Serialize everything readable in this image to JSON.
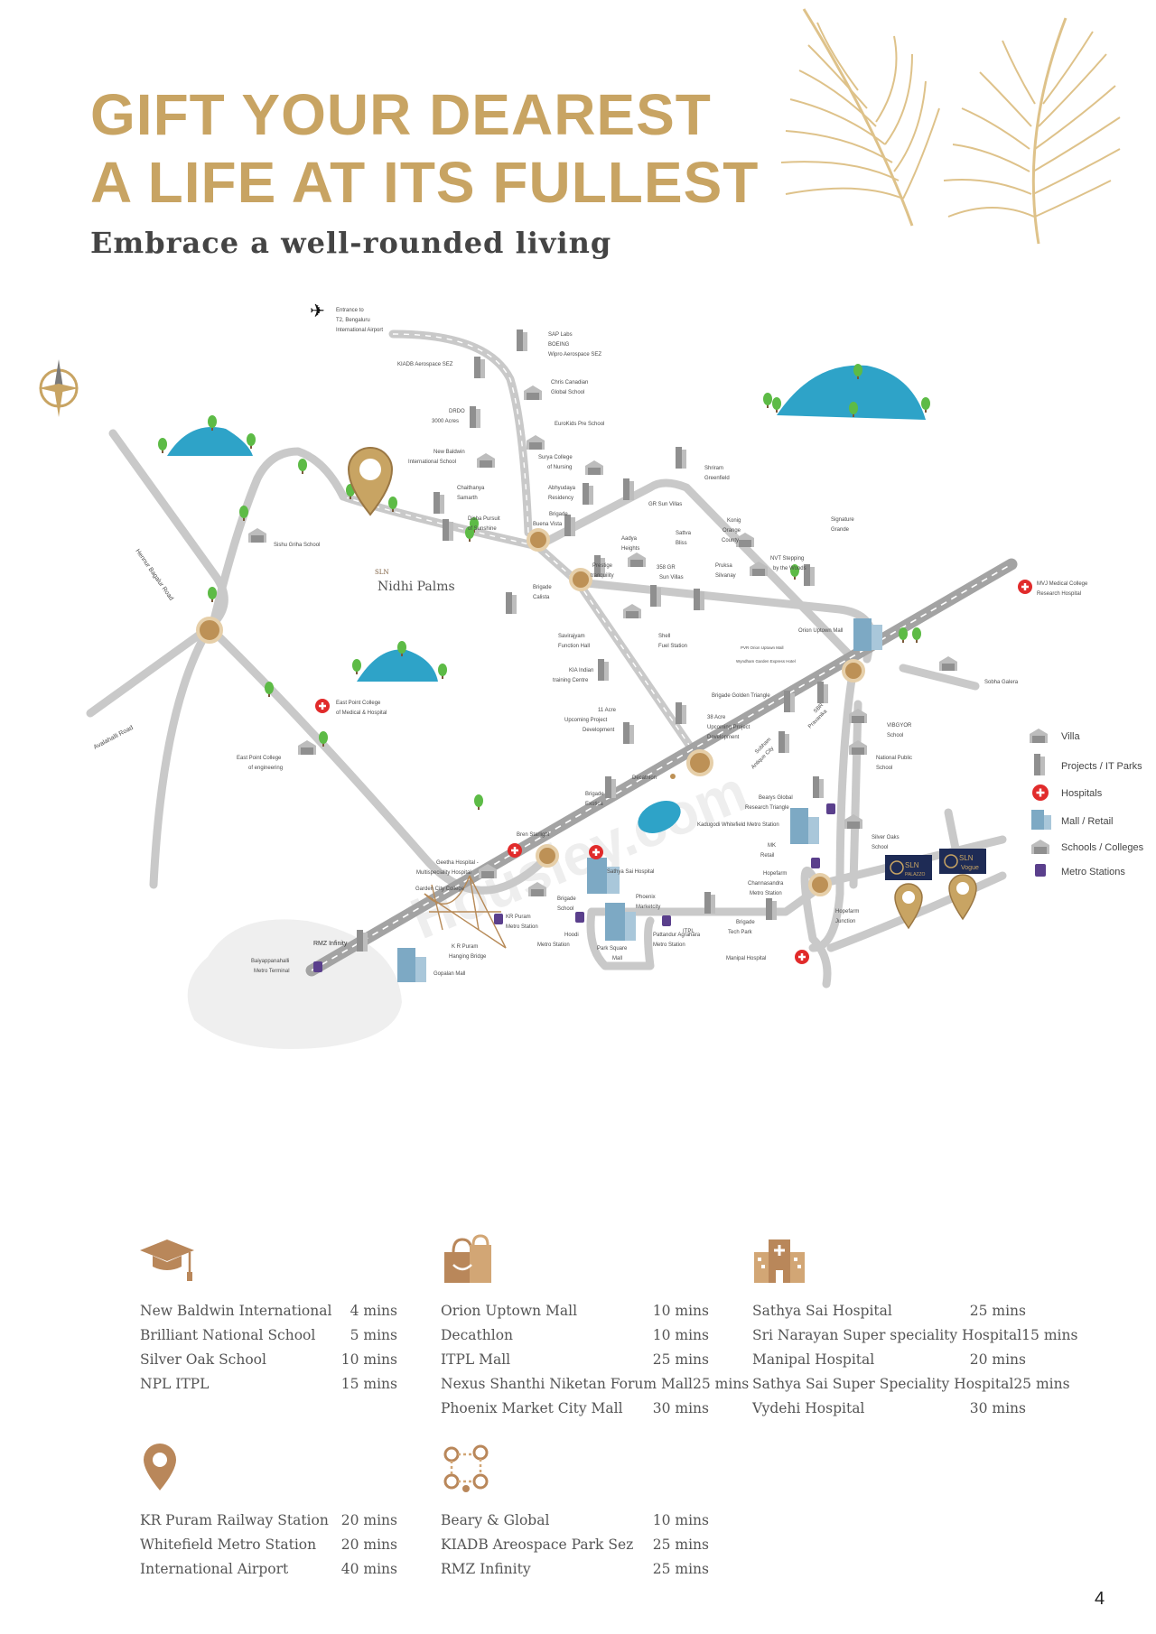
{
  "headline": {
    "line1": "GIFT YOUR DEAREST",
    "line2": "A LIFE AT ITS FULLEST"
  },
  "subtitle": "Embrace a well-rounded living",
  "colors": {
    "accent_gold": "#c8a463",
    "lake_blue": "#2ea3c8",
    "road_grey": "#c9c9c9",
    "hospital_red": "#e12b2b",
    "metro_purple": "#5a3f8c"
  },
  "map": {
    "project_logo_small": "SLN",
    "project_name": "Nidhi Palms",
    "watermark": "Housiey.com",
    "roads": {
      "hennur": "Hennur Bagalur Road",
      "avalahalli": "Avalahalli Road"
    },
    "labels": {
      "airport": [
        "Entrance to",
        "T2, Bengaluru",
        "International Airport"
      ],
      "sap": [
        "SAP Labs",
        "BOEING",
        "Wipro Aerospace SEZ"
      ],
      "kiadb": "KIADB Aerospace SEZ",
      "chris": [
        "Chris Canadian",
        "Global School"
      ],
      "drdo": [
        "DRDO",
        "3000 Acres"
      ],
      "eurokids": "EuroKids Pre School",
      "newbaldwin": [
        "New Baldwin",
        "International School"
      ],
      "surya": [
        "Surya College",
        "of Nursing"
      ],
      "chaithanya": [
        "Chaithanya",
        "Samarth"
      ],
      "abhyudaya": [
        "Abhyudaya",
        "Residency"
      ],
      "shriram": [
        "Shriram",
        "Greenfield"
      ],
      "grsun": "GR Sun Villas",
      "disha": [
        "Disha Pursuit",
        "of Sunshine"
      ],
      "brigadebuena": [
        "Brigade",
        "Buena Vista"
      ],
      "konig": [
        "Konig",
        "Orange",
        "County"
      ],
      "signature": [
        "Signature",
        "Grande"
      ],
      "aadya": [
        "Aadya",
        "Heights"
      ],
      "sattva": [
        "Sattva",
        "Bliss"
      ],
      "nvt": [
        "NVT Stepping",
        "by the Woods"
      ],
      "sishu": "Sishu Griha School",
      "prestige": [
        "Prestige",
        "tranquility"
      ],
      "358gr": [
        "358 GR",
        "Sun Villas"
      ],
      "pruksa": [
        "Pruksa",
        "Silvanay"
      ],
      "brigadecalista": [
        "Brigade",
        "Calista"
      ],
      "mvj": [
        "MVJ Medical College",
        "Research Hospital"
      ],
      "savirajyam": [
        "Savirajyam",
        "Function Hall"
      ],
      "shell": [
        "Shell",
        "Fuel Station"
      ],
      "orion": "Orion Uptown Mall",
      "pvr": "PVR Orion Uptown Mall",
      "wyndham": "Wyndham Garden Express Hotel",
      "kia": [
        "KIA Indian",
        "training Centre"
      ],
      "sobha": "Sobha Galera",
      "eastpointhosp": [
        "East Point College",
        "of Medical & Hospital"
      ],
      "11acre": [
        "11 Acre",
        "Upcoming Project",
        "Development"
      ],
      "brigadegolden": "Brigade Golden Triangle",
      "38acre": [
        "38 Acre",
        "Upcoming Project",
        "Development"
      ],
      "sbr": [
        "SBR",
        "Pravanika"
      ],
      "vibgyor": [
        "VIBGYOR",
        "School"
      ],
      "eastpointeng": [
        "East Point College",
        "of engineering"
      ],
      "subham": [
        "Subham",
        "Antique City"
      ],
      "npschool": [
        "National Public",
        "School"
      ],
      "decathlon": "Decathlon",
      "brigadeexotica": [
        "Brigade",
        "Exotica"
      ],
      "bearys": [
        "Bearys Global",
        "Research Triangle"
      ],
      "brenstarlight": "Bren Starlight",
      "kadugodi": "Kadugodi Whitefield Metro Station",
      "mkretail": [
        "MK",
        "Retail"
      ],
      "silveroaks": [
        "Silver Oaks",
        "School"
      ],
      "geetha": [
        "Geetha Hospital -",
        "Multispeciality Hospital"
      ],
      "gardencity": "Garden City College",
      "sathyasai": "Sathya Sai Hospital",
      "hopefarmmetro": [
        "Hopefarm",
        "Channasandra",
        "Metro Station"
      ],
      "brigadeschool": [
        "Brigade",
        "School"
      ],
      "phoenix": [
        "Phoenix",
        "Marketcity"
      ],
      "hopefarmjn": [
        "Hopefarm",
        "Junction"
      ],
      "krpurammetro": [
        "KR Puram",
        "Metro Station"
      ],
      "hoodi": [
        "Hoodi",
        "Metro Station"
      ],
      "itpl": "ITPL",
      "brigadetech": [
        "Brigade",
        "Tech Park"
      ],
      "rmz": "RMZ Infinity",
      "krhanging": [
        "K R Puram",
        "Hanging Bridge"
      ],
      "parksquare": [
        "Park Square",
        "Mall"
      ],
      "pattandur": [
        "Pattandur Agrahara",
        "Metro Station"
      ],
      "manipal": "Manipal Hospital",
      "baiyappanahalli": [
        "Baiyappanahalli",
        "Metro Terminal"
      ],
      "gopalan": "Gopalan Mall",
      "sln_palazzo": [
        "SLN",
        "PALAZZO"
      ],
      "sln_vogue": [
        "SLN",
        "Vogue"
      ]
    },
    "legend": [
      {
        "icon": "villa-icon",
        "label": "Villa"
      },
      {
        "icon": "it-park-icon",
        "label": "Projects / IT Parks"
      },
      {
        "icon": "hospital-icon",
        "label": "Hospitals"
      },
      {
        "icon": "mall-icon",
        "label": "Mall / Retail"
      },
      {
        "icon": "school-icon",
        "label": "Schools / Colleges"
      },
      {
        "icon": "metro-icon",
        "label": "Metro Stations"
      }
    ]
  },
  "travel": {
    "education": {
      "icon": "graduation-cap-icon",
      "rows": [
        {
          "name": "New Baldwin International",
          "time": "4 mins"
        },
        {
          "name": "Brilliant National School",
          "time": "5 mins"
        },
        {
          "name": "Silver Oak School",
          "time": "10 mins"
        },
        {
          "name": "NPL ITPL",
          "time": "15 mins"
        }
      ]
    },
    "shopping": {
      "icon": "shopping-bag-icon",
      "rows": [
        {
          "name": "Orion Uptown Mall",
          "time": "10 mins"
        },
        {
          "name": "Decathlon",
          "time": "10 mins"
        },
        {
          "name": "ITPL Mall",
          "time": "25 mins"
        },
        {
          "name": "Nexus Shanthi Niketan Forum Mall",
          "time": "25 mins"
        },
        {
          "name": "Phoenix Market City Mall",
          "time": "30 mins"
        }
      ]
    },
    "hospitals": {
      "icon": "hospital-building-icon",
      "rows": [
        {
          "name": "Sathya Sai Hospital",
          "time": "25 mins"
        },
        {
          "name": "Sri Narayan Super speciality Hospital",
          "time": "15 mins"
        },
        {
          "name": "Manipal Hospital",
          "time": "20 mins"
        },
        {
          "name": "Sathya Sai Super Speciality Hospital",
          "time": "25 mins"
        },
        {
          "name": "Vydehi Hospital",
          "time": "30 mins"
        }
      ]
    },
    "transport": {
      "icon": "location-pin-icon",
      "rows": [
        {
          "name": "KR Puram Railway Station",
          "time": "20 mins"
        },
        {
          "name": "Whitefield Metro Station",
          "time": "20 mins"
        },
        {
          "name": "International Airport",
          "time": "40 mins"
        }
      ]
    },
    "business": {
      "icon": "route-network-icon",
      "rows": [
        {
          "name": "Beary & Global",
          "time": "10 mins"
        },
        {
          "name": "KIADB Areospace Park Sez",
          "time": "25 mins"
        },
        {
          "name": "RMZ Infinity",
          "time": "25 mins"
        }
      ]
    }
  },
  "page_number": "4"
}
